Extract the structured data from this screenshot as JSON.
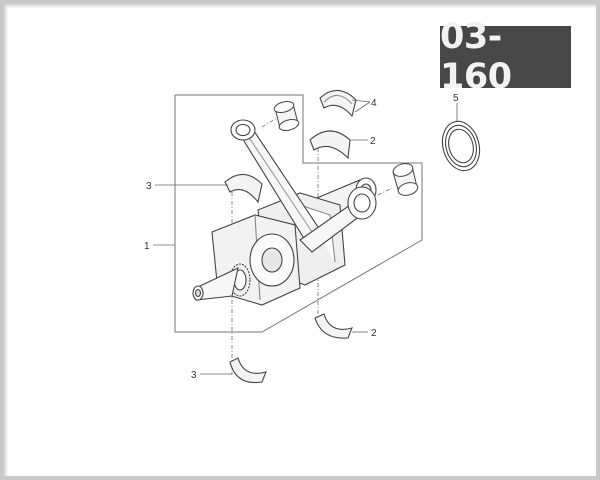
{
  "diagram": {
    "section_code": "03-160",
    "colors": {
      "badge_bg": "#474747",
      "badge_text": "#f2f2f2",
      "frame": "#c9c9c9",
      "line": "#555555"
    },
    "callouts": [
      {
        "id": "callout-1",
        "label": "1",
        "part": "crankshaft-assembly"
      },
      {
        "id": "callout-2-upper",
        "label": "2",
        "part": "main-bearing-shell-upper"
      },
      {
        "id": "callout-2-lower",
        "label": "2",
        "part": "main-bearing-shell-lower"
      },
      {
        "id": "callout-3-upper",
        "label": "3",
        "part": "main-bearing-shell-upper"
      },
      {
        "id": "callout-3-lower",
        "label": "3",
        "part": "main-bearing-shell-lower"
      },
      {
        "id": "callout-4",
        "label": "4",
        "part": "thrust-bearing-shells"
      },
      {
        "id": "callout-5",
        "label": "5",
        "part": "oil-seal"
      }
    ]
  }
}
